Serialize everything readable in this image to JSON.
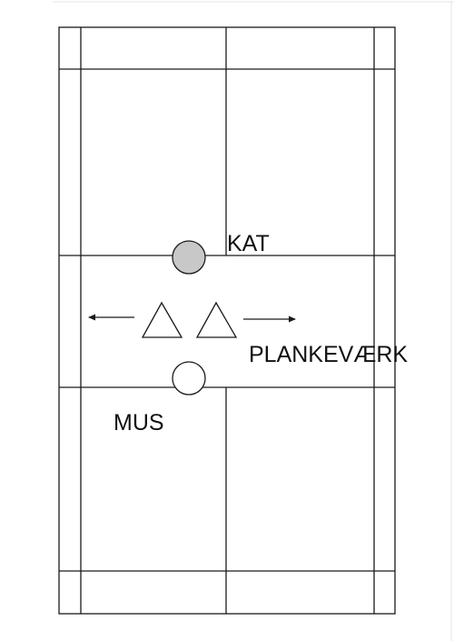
{
  "labels": {
    "cat": "KAT",
    "fence": "PLANKEVÆRK",
    "mouse": "MUS"
  },
  "colors": {
    "line": "#1a1a1a",
    "cat_fill": "#c8c8c8",
    "mouse_fill": "#ffffff",
    "background": "#ffffff"
  },
  "players": {
    "cat": "filled-circle",
    "mouse": "open-circle",
    "defenders": [
      "triangle",
      "triangle"
    ]
  },
  "arrows": [
    "arrow-left",
    "arrow-right"
  ]
}
